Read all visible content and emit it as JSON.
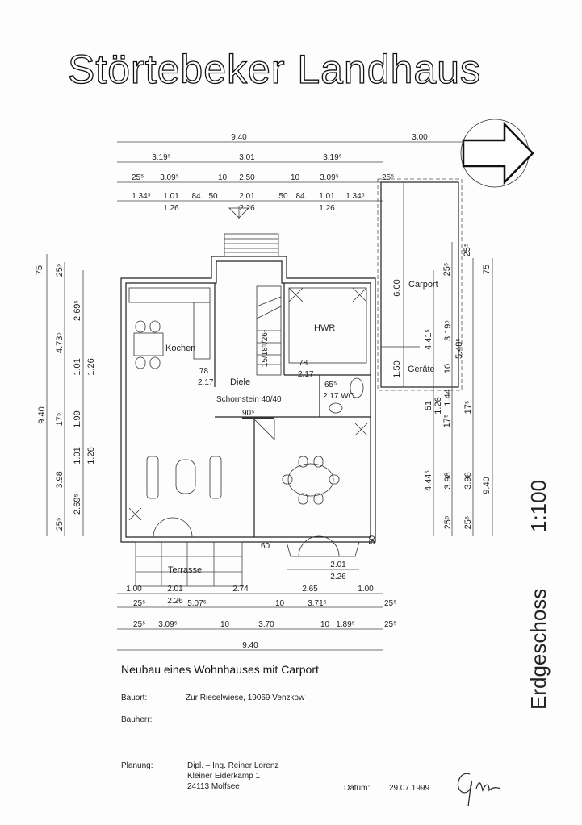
{
  "title": "Störtebeker Landhaus",
  "side_label": {
    "floor": "Erdgeschoss",
    "scale": "1:100"
  },
  "dims": {
    "top1": [
      "9.40",
      "3.00"
    ],
    "top2": [
      "3.19⁵",
      "3.01",
      "3.19⁵"
    ],
    "top3": [
      "25⁵",
      "3.09⁵",
      "10",
      "2.50",
      "10",
      "3.09⁵",
      "25⁵"
    ],
    "top4": [
      "1.34⁵",
      "1.01",
      "84",
      "50",
      "2.01",
      "50",
      "84",
      "1.01",
      "1.34⁵"
    ],
    "top5": [
      "1.26",
      "2.26",
      "1.26"
    ],
    "left": [
      "75",
      "9.40",
      "25⁵",
      "4.73⁵",
      "17⁵",
      "3.98",
      "25⁵",
      "2.69⁵",
      "1.01",
      "1.99",
      "1.01",
      "2.69⁵",
      "1.26",
      "1.26"
    ],
    "right": [
      "6.00",
      "25⁵",
      "25⁵",
      "75",
      "4.41⁵",
      "3.19⁵",
      "5.48⁵",
      "1.50",
      "10",
      "1.44",
      "51",
      "1.26",
      "17⁵",
      "17⁵",
      "9.40",
      "4.44⁵",
      "3.98",
      "3.98",
      "25⁵",
      "25⁵"
    ],
    "bottom1": [
      "1.00",
      "2.01",
      "2.26",
      "2.74",
      "2.65",
      "1.00"
    ],
    "bottom2": [
      "25⁵",
      "5.07⁵",
      "10",
      "3.71⁵",
      "25⁵"
    ],
    "bottom3": [
      "25⁵",
      "3.09⁵",
      "10",
      "3.70",
      "10",
      "1.89⁵",
      "25⁵"
    ],
    "bottom4": [
      "9.40"
    ],
    "window": [
      "2.01",
      "2.26"
    ]
  },
  "rooms": {
    "kochen": "Kochen",
    "hwr": "HWR",
    "diele": "Diele",
    "wc": "2.17 WC",
    "carport": "Carport",
    "geraete": "Geräte",
    "terrasse": "Terrasse",
    "schornstein": "Schornstein 40/40",
    "stair": "15/18⁵/26¹",
    "door1": [
      "78",
      "2.17"
    ],
    "door2": [
      "78",
      "2.17"
    ],
    "door_wc": "65⁵",
    "misc": [
      "90⁵",
      "60",
      "50"
    ]
  },
  "info": {
    "heading": "Neubau eines Wohnhauses mit Carport",
    "bauort_label": "Bauort:",
    "bauort": "Zur Rieselwiese, 19069 Venzkow",
    "bauherr_label": "Bauherr:",
    "planung_label": "Planung:",
    "planung": [
      "Dipl. – Ing. Reiner Lorenz",
      "Kleiner Eiderkamp 1",
      "24113 Molfsee"
    ],
    "datum_label": "Datum:",
    "datum": "29.07.1999",
    "signature": "Gm"
  }
}
